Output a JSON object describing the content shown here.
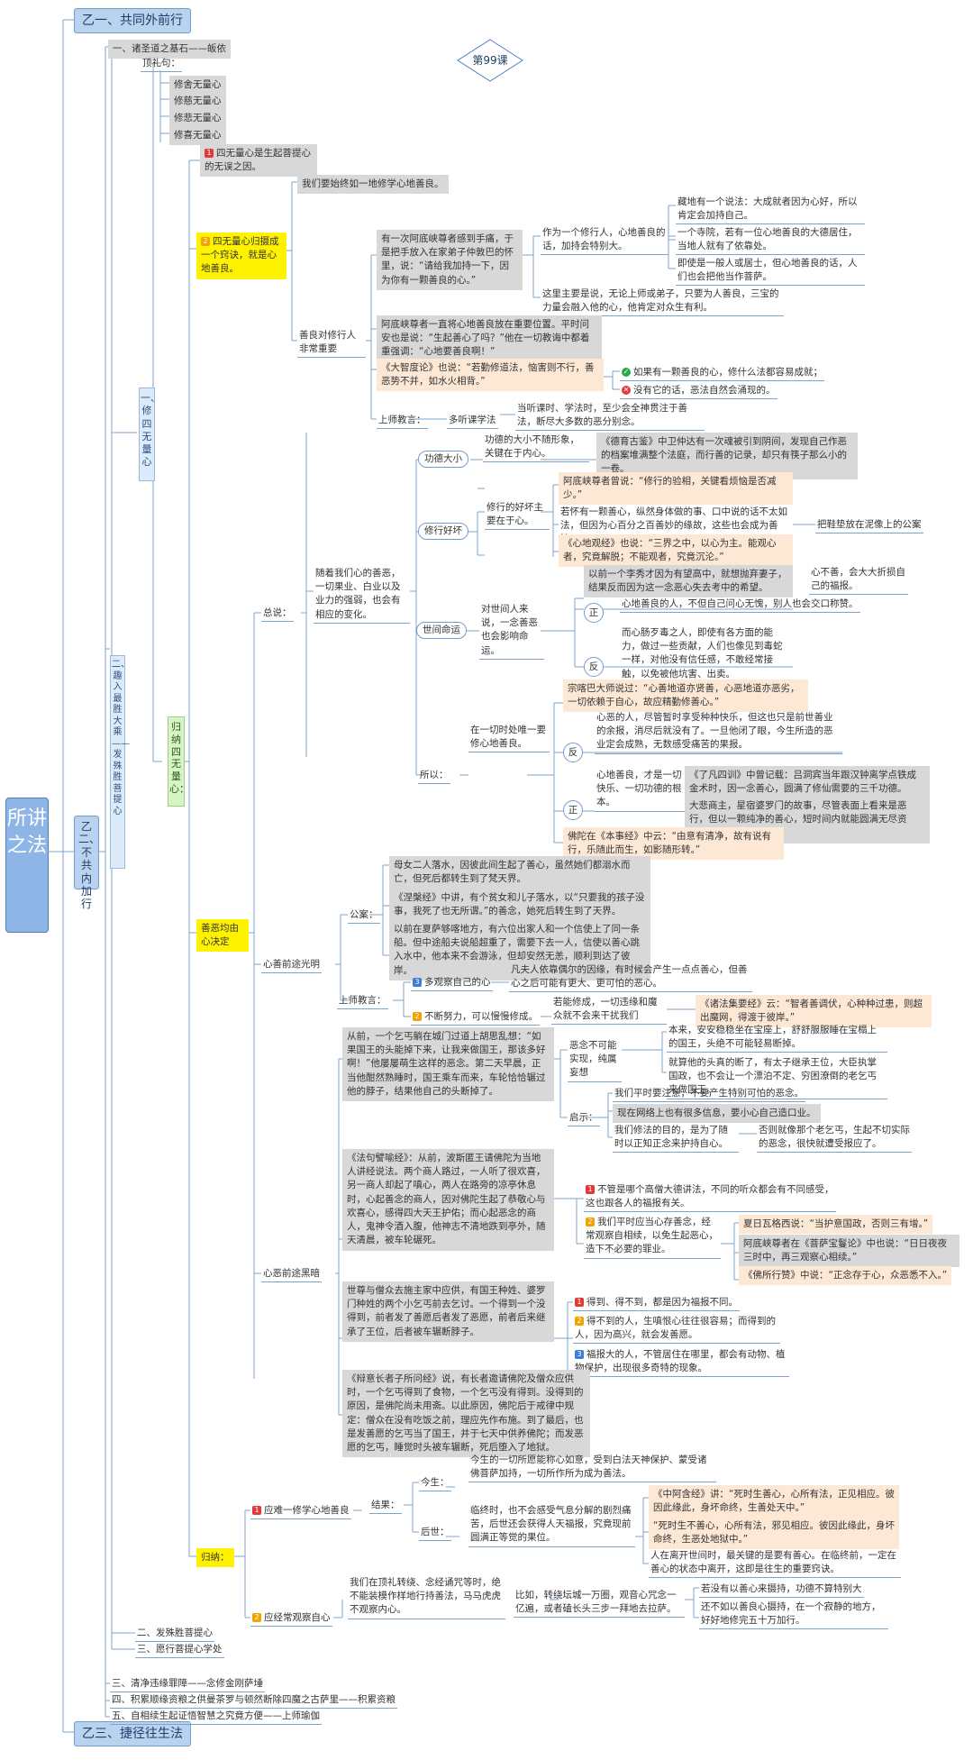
{
  "root": "所讲之法",
  "lesson": "第99课",
  "b1": "乙一、共同外前行",
  "b2": "乙二、不共内加行",
  "b3": "乙三、捷径往生法",
  "c1": "一、诸圣道之基石——皈依",
  "c2": "二、趣入最胜大乘——发殊胜菩提心",
  "c3": "三、清净违缘罪障——念修金刚萨埵",
  "c4": "四、积累顺缘资粮之供曼茶罗与顿然断除四魔之古萨里——积累资粮",
  "c5": "五、自相续生起证悟智慧之究竟方便——上师瑜伽",
  "d1": "一、修四无量心",
  "d2": "二、发殊胜菩提心",
  "d3": "三、愿行菩提心学处",
  "e1": "顶礼句：",
  "e1a": "修舍无量心",
  "e1b": "修慈无量心",
  "e1c": "修悲无量心",
  "e1d": "修喜无量心",
  "e2": "归纳四无量心：",
  "f1": "四无量心是生起菩提心的无误之因。",
  "f2": "四无量心归摄成一个窍诀，就是心地善良。",
  "f3": "善恶均由心决定",
  "f4": "归纳：",
  "g1": "我们要始终如一地修学心地善良。",
  "g2": "善良对修行人非常重要",
  "h1": "有一次阿底峡尊者感到手痛，于是把手放入在家弟子仲敦巴的怀里，说：“请给我加持一下，因为你有一颗善良的心。”",
  "h2": "作为一个修行人，心地善良的话，加持会特别大。",
  "h2a": "藏地有一个说法：大成就者因为心好，所以肯定会加持自己。",
  "h2b": "一个寺院，若有一位心地善良的大德居住，当地人就有了依靠处。",
  "h2c": "即使是一般人或居士，但心地善良的话，人们也会把他当作菩萨。",
  "h3": "这里主要是说，无论上师或弟子，只要为人善良，三宝的力量会融入他的心，他肯定对众生有利。",
  "h4": "阿底峡尊者一直将心地善良放在重要位置。平时问安也是说：“生起善心了吗？”他在一切教诲中都着重强调：“心地要善良啊！”",
  "h5": "《大智度论》也说：“若勤修道法，恼害则不行，善恶势不并，如水火相背。”",
  "h5a": "如果有一颗善良的心，修什么法都容易成就；",
  "h5b": "没有它的话，恶法自然会涌现的。",
  "h6": "上师教言：",
  "h6a": "多听课学法",
  "h6b": "当听课时、学法时，至少会全神贯注于善法，断尽大多数的恶分别念。",
  "i1": "总说：",
  "i1t": "随着我们心的善恶，一切果业、白业以及业力的强弱，也会有相应的变化。",
  "j1": "功德大小",
  "j1t": "功德的大小不随形象，关键在于内心。",
  "j1s": "《德育古鉴》中卫仲达有一次魂被引到阴间，发现自己作恶的档案堆满整个法庭，而行善的记录，却只有筷子那么小的一卷。",
  "j2": "修行好坏",
  "j2t": "修行的好坏主要在于心。",
  "j2a": "阿底峡尊者曾说：“修行的验相，关键看烦恼是否减少。”",
  "j2b": "若怀有一颗善心，纵然身体做的事、口中说的话不太如法，但因为心百分之百善妙的缘故，这些也会成为善法。",
  "j2b2": "把鞋垫放在泥像上的公案",
  "j2c": "《心地观经》也说：“三界之中，以心为主。能观心者，究竟解脱；不能观者，究竟沉沦。”",
  "j3": "世间命运",
  "j3t": "对世间人来说，一念善恶也会影响命运。",
  "j3a": "以前一个李秀才因为有望高中，就想抛弃妻子，结果反而因为这一念恶心失去考中的希望。",
  "j3a2": "心不善，会大大折损自己的福报。",
  "zheng": "正",
  "fan": "反",
  "j3b": "心地善良的人，不但自己问心无愧，别人也会交口称赞。",
  "j3c": "而心肠歹毒之人，即使有各方面的能力，做过一些贡献，人们也像见到毒蛇一样，对他没有信任感，不敢经常接触，以免被他坑害、出卖。",
  "k1": "所以：",
  "k1t": "在一切时处唯一要修心地善良。",
  "k1a": "宗喀巴大师说过：“心善地道亦贤善，心恶地道亦恶劣，一切依赖于自心，故应精勤修善心。”",
  "k1b": "心恶的人，尽管暂时享受种种快乐，但这也只是前世善业的余报，消尽后就没有了。一旦他闭了眼，今生所造的恶业定会成熟，无数感受痛苦的果报。",
  "k1c": "心地善良，才是一切快乐、一切功德的根本。",
  "k1c1": "《了凡四训》中曾记载：吕洞宾当年跟汉钟离学点铁成金术时，因一念善心，圆满了修仙需要的三千功德。",
  "k1c2": "大悲商主，星宿婆罗门的故事，尽管表面上看来是恶行，但以一颗纯净的善心，短时间内就能圆满无尽资粮。",
  "k1d": "佛陀在《本事经》中云：“由意有清净，故有说有行，乐随此而生，如影随形转。”",
  "l1": "心善前途光明",
  "l1a": "公案：",
  "l1a1": "母女二人落水，因彼此间生起了善心，虽然她们都溺水而亡，但死后都转生到了梵天界。",
  "l1a2": "《涅槃经》中讲，有个贫女和儿子落水，以“只要我的孩子没事，我死了也无所谓。”的善念，她死后转生到了天界。",
  "l1a3": "以前在夏萨够喀地方，有六位出家人和一个信使上了同一条船。但中途船夫说船超重了，需要下去一人，信使以善心跳入水中，他本来不会游泳，但却安然无恙，顺利到达了彼岸。",
  "l1b": "上师教言：",
  "l1b1": "多观察自己的心",
  "l1b1t": "凡夫人依靠偶尔的因缘，有时候会产生一点点善心，但善心之后可能有更大、更可怕的恶心。",
  "l1b2": "不断努力，可以慢慢修成。",
  "l1b2t": "若能修成，一切违缘和魔众就不会来干扰我们",
  "l1b2s": "《诸法集要经》云：“智者善调伏，心种种过患，则超出魔网，得渡于彼岸。”",
  "m1": "心恶前途黑暗",
  "m1a": "从前，一个乞丐躺在城门过道上胡思乱想：“如果国王的头能掉下来，让我来做国王，那该多好啊！”他屡屡萌生这样的恶念。第二天早晨，正当他酣然熟睡时，国王乘车而来，车轮恰恰辗过他的脖子，结果他自己的头断掉了。",
  "m1a1": "恶念不可能实现，纯属妄想",
  "m1a1a": "本来，安安稳稳坐在宝座上，舒舒服服睡在宝榻上的国王，头绝不可能轻易断掉。",
  "m1a1b": "就算他的头真的断了，有太子继承王位，大臣执掌国政，也不会让一个漂泊不定、穷困潦倒的老乞丐来做国王。",
  "m1a2": "启示：",
  "m1a2a": "我们平时要注意，不要产生特别可怕的恶念。",
  "m1a2b": "现在网络上也有很多信息，要小心自己造口业。",
  "m1a2c": "我们修法的目的，是为了随时以正知正念来护持自心。",
  "m1a2c2": "否则就像那个老乞丐，生起不切实际的恶念，很快就遭受报应了。",
  "m1b": "《法句譬喻经》：从前，波斯匿王请佛陀为当地人讲经说法。两个商人路过，一人听了很欢喜，另一商人却起了嗔心，两人在路旁的凉亭休息时，心起善念的商人，因对佛陀生起了恭敬心与欢喜心，感得四大天王护佑；而心起恶念的商人，鬼神令酒入腹，他神志不清地跌到亭外，随天清晨，被车轮碾死。",
  "m1b1": "不管是哪个高僧大德讲法，不同的听众都会有不同感受，这也跟各人的福报有关。",
  "m1b2": "我们平时应当心存善念，经常观察自相续，以免生起恶心，造下不必要的罪业。",
  "m1b2a": "夏日瓦格西说：“当护意国政，否则三有增。”",
  "m1b2b": "阿底峡尊者在《菩萨宝鬘论》中也说：“日日夜夜三时中，再三观察心相续。”",
  "m1b2c": "《佛所行赞》中说：“正念存于心，众恶悉不入。”",
  "m1c": "世尊与僧众去施主家中应供，有国王种姓、婆罗门种姓的两个小乞丐前去乞讨。一个得到一个没得到，前者发了善愿后者发了恶愿，前者后来继承了王位，后者被车辗断脖子。",
  "m1c1": "得到、得不到，都是因为福报不同。",
  "m1c2": "得不到的人，生嗔恨心往往很容易；而得到的人，因为高兴，就会发善愿。",
  "m1c3": "福报大的人，不管居住在哪里，都会有动物、植物保护，出现很多奇特的现象。",
  "m1d": "《辩意长者子所问经》说，有长者邀请佛陀及僧众应供时，一个乞丐得到了食物，一个乞丐没有得到。没得到的原因，是佛陀尚未用斋。以此原因，佛陀后于戒律中规定：僧众在没有吃饭之前，理应先作布施。到了最后，也是发善愿的乞丐当了国王，并于七天中供养佛陀；而发恶愿的乞丐，睡觉时头被车辗断，死后堕入了地狱。",
  "n1": "应难一修学心地善良",
  "n1a": "结果：",
  "n1a1": "今生：",
  "n1a1t": "今生的一切所愿能称心如意，受到白法天神保护、蒙受诸佛菩萨加持，一切所作所为成为善法。",
  "n1a2": "后世：",
  "n1a2t": "临终时，也不会感受气息分解的剧烈痛苦，后世还会获得人天福报，究竟现前圆满正等觉的果位。",
  "n1a2a": "《中阿含经》讲：“死时生善心，心所有法，正见相应。彼因此缘此，身坏命终，生善处天中。”",
  "n1a2b": "“死时生不善心，心所有法，邪见相应。彼因此缘此，身坏命终，生恶处地狱中。”",
  "n1a2c": "人在离开世间时，最关键的是要有善心。在临终前，一定在善心的状态中离开，这即是往生的重要窍诀。",
  "n2": "应经常观察自心",
  "n2t": "我们在顶礼转绕、念经诵咒等时，绝不能装模作样地行持善法，马马虎虎不观察内心。",
  "n2t2": "比如，转绕坛城一万圈，观音心咒念一亿遍，或者磕长头三步一拜地去拉萨。",
  "n2a": "若没有以善心来摄持，功德不算特别大",
  "n2b": "还不如以善良心摄持，在一个寂静的地方，好好地修完五十万加行。"
}
